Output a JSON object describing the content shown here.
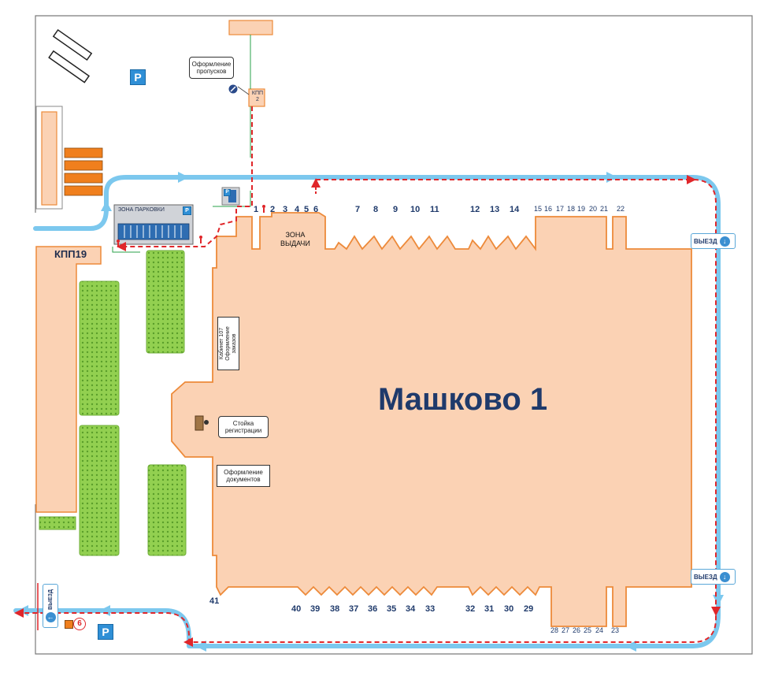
{
  "map_title": "Машково 1",
  "labels": {
    "kpp19": "КПП19",
    "kpp2_line1": "КПП",
    "kpp2_line2": "2",
    "parking_zone": "ЗОНА ПАРКОВКИ",
    "issue_zone_line1": "ЗОНА",
    "issue_zone_line2": "ВЫДАЧИ",
    "passes_line1": "Оформление",
    "passes_line2": "пропусков",
    "cabinet_line1": "Кабинет 107",
    "cabinet_line2": "Оформление",
    "cabinet_line3": "заказов",
    "registration_line1": "Стойка",
    "registration_line2": "регистрации",
    "documents_line1": "Оформление",
    "documents_line2": "документов",
    "parking_p": "P",
    "parking_small_p": "P",
    "exit_right_upper": "ВЫЕЗД",
    "exit_right_lower": "ВЫЕЗД",
    "exit_left": "ВЫЕЗД",
    "six_symbol": "6"
  },
  "gates_top": [
    "1",
    "2",
    "3",
    "4",
    "5",
    "6",
    "7",
    "8",
    "9",
    "10",
    "11",
    "12",
    "13",
    "14"
  ],
  "gates_top_right": [
    "15",
    "16",
    "17",
    "18",
    "19",
    "20",
    "21",
    "22"
  ],
  "gates_bottom": [
    "40",
    "39",
    "38",
    "37",
    "36",
    "35",
    "34",
    "33",
    "32",
    "31",
    "30",
    "29"
  ],
  "gates_bottom_right": [
    "28",
    "27",
    "26",
    "25",
    "24",
    "23"
  ],
  "gate_41": "41",
  "colors": {
    "building": "#fbd2b4",
    "building_border": "#ed8a3a",
    "green_area": "#92d050",
    "route_blue": "#7cc8ee",
    "route_red": "#e0262a",
    "truck": "#f07f1d",
    "parking_blue": "#2f8fd6"
  }
}
